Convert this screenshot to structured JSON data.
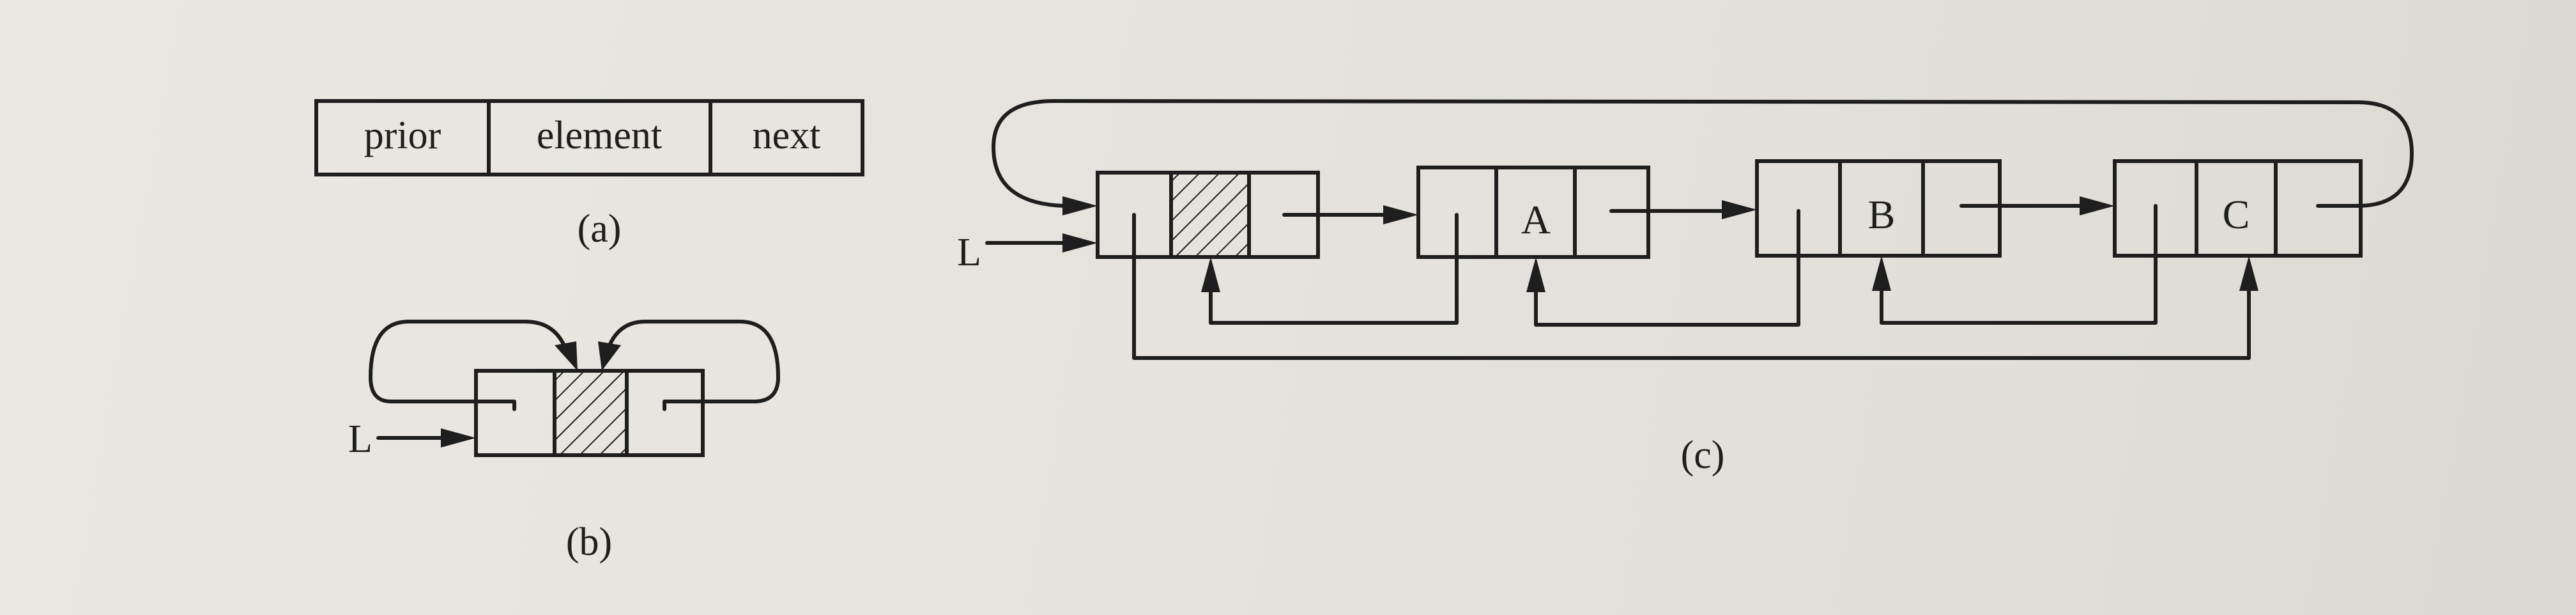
{
  "colors": {
    "paper": "#e9e6e1",
    "ink": "#1e1e1e"
  },
  "figure_a": {
    "fields": [
      "prior",
      "element",
      "next"
    ],
    "caption": "(a)"
  },
  "figure_b": {
    "pointer_label": "L",
    "caption": "(b)"
  },
  "figure_c": {
    "pointer_label": "L",
    "nodes": [
      {
        "element": ""
      },
      {
        "element": "A"
      },
      {
        "element": "B"
      },
      {
        "element": "C"
      }
    ],
    "caption": "(c)"
  }
}
